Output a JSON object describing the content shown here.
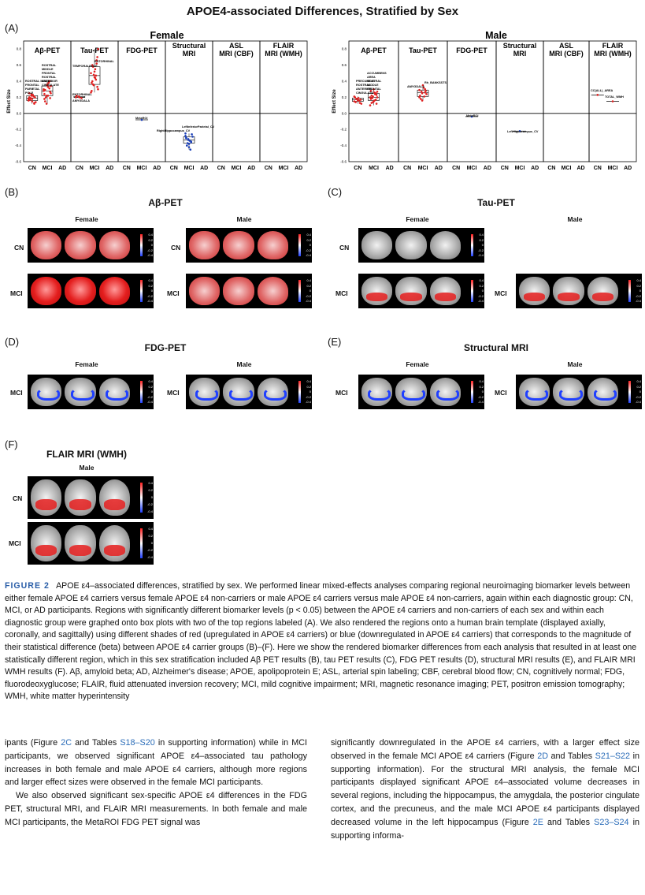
{
  "title": "APOE4-associated Differences, Stratified by Sex",
  "panelA": {
    "letter": "(A)",
    "groups": [
      {
        "sex": "Female",
        "columns": [
          "Aβ-PET",
          "Tau-PET",
          "FDG-PET",
          "Structural MRI",
          "ASL MRI (CBF)",
          "FLAIR MRI (WMH)"
        ]
      },
      {
        "sex": "Male",
        "columns": [
          "Aβ-PET",
          "Tau-PET",
          "FDG-PET",
          "Structural MRI",
          "ASL MRI (CBF)",
          "FLAIR MRI (WMH)"
        ]
      }
    ],
    "ylabel": "Effect Size",
    "yticks": [
      "0.8",
      "0.6",
      "0.4",
      "0.2",
      "0.0",
      "-0.2",
      "-0.4",
      "-0.6"
    ],
    "xticks": [
      "CN",
      "MCI",
      "AD"
    ],
    "female_labels": {
      "abeta_cn": [
        "ROSTRAL MIDDLE",
        "FRONTAL",
        "PARIETAL",
        "POLE"
      ],
      "abeta_mci": [
        "ROSTRAL",
        "MIDDLE",
        "FRONTAL",
        "ROSTRAL",
        "ANTERIOR",
        "CINGULATE"
      ],
      "tau_cn": [
        "ENTORHINAL",
        "AMYGDALA"
      ],
      "tau_mci_left": "TEMPORALPOLE",
      "tau_mci_right": "ENTORHINAL",
      "fdg": "MetaROI",
      "mri_left": "RightHippocampus_CV",
      "mri_right": "LeftInferiorParietal_CV"
    },
    "male_labels": {
      "abeta_cn": [
        "PRECUNEUS",
        "ROSTRAL",
        "ANTERIOR",
        "CINGULATE"
      ],
      "abeta_mci": [
        "ACCUMBENS",
        "AREA",
        "ROSTRAL",
        "MIDDLE",
        "FRONTAL"
      ],
      "tau": [
        "AMYGDALA",
        "Rh_BANKSSTS"
      ],
      "fdg": "MetaROI",
      "mri": "LeftHippocampus_CV",
      "flair": [
        "CC(ALL)_AREA",
        "TOTAL_WMH"
      ]
    },
    "chart_data": [
      {
        "type": "scatter",
        "title": "Female",
        "ylabel": "Effect Size",
        "ylim": [
          -0.6,
          0.9
        ],
        "categories": [
          "Aβ-PET",
          "Tau-PET",
          "FDG-PET",
          "Structural MRI",
          "ASL MRI (CBF)",
          "FLAIR MRI (WMH)"
        ],
        "series": [
          {
            "name": "Aβ-PET CN",
            "values": [
              0.18,
              0.22,
              0.12,
              0.25,
              0.15,
              0.2,
              0.17,
              0.23,
              0.14,
              0.19,
              0.21,
              0.16,
              0.24,
              0.13,
              0.2,
              0.18
            ]
          },
          {
            "name": "Aβ-PET MCI",
            "values": [
              0.3,
              0.22,
              0.4,
              0.18,
              0.35,
              0.27,
              0.15,
              0.33,
              0.25,
              0.2,
              0.38,
              0.28,
              0.12,
              0.31,
              0.24,
              0.36,
              0.19,
              0.29,
              0.22,
              0.34
            ]
          },
          {
            "name": "Tau-PET CN",
            "values": [
              0.2,
              0.21,
              0.19,
              0.22,
              0.2
            ]
          },
          {
            "name": "Tau-PET MCI",
            "values": [
              0.5,
              0.35,
              0.62,
              0.28,
              0.45,
              0.7,
              0.4,
              0.55,
              0.3,
              0.58,
              0.42,
              0.26,
              0.48,
              0.66,
              0.38,
              0.52,
              0.33,
              0.6,
              0.44,
              0.8,
              0.36,
              0.47
            ]
          },
          {
            "name": "FDG-PET MCI",
            "values": [
              -0.08
            ]
          },
          {
            "name": "Structural MRI MCI",
            "values": [
              -0.28,
              -0.32,
              -0.35,
              -0.3,
              -0.38,
              -0.26,
              -0.4,
              -0.34,
              -0.29,
              -0.37,
              -0.45,
              -0.25,
              -0.33,
              -0.36,
              -0.31,
              -0.42
            ]
          }
        ]
      },
      {
        "type": "scatter",
        "title": "Male",
        "ylabel": "Effect Size",
        "ylim": [
          -0.6,
          0.9
        ],
        "categories": [
          "Aβ-PET",
          "Tau-PET",
          "FDG-PET",
          "Structural MRI",
          "ASL MRI (CBF)",
          "FLAIR MRI (WMH)"
        ],
        "series": [
          {
            "name": "Aβ-PET CN",
            "values": [
              0.15,
              0.18,
              0.13,
              0.2,
              0.16,
              0.17,
              0.14,
              0.19,
              0.12,
              0.18,
              0.16,
              0.21
            ]
          },
          {
            "name": "Aβ-PET MCI",
            "values": [
              0.2,
              0.14,
              0.25,
              0.18,
              0.3,
              0.12,
              0.22,
              0.16,
              0.27,
              0.19,
              0.24,
              0.1,
              0.21,
              0.17,
              0.28,
              0.15,
              0.23,
              0.13,
              0.26,
              0.2
            ]
          },
          {
            "name": "Tau-PET MCI",
            "values": [
              0.2,
              0.25,
              0.3,
              0.22,
              0.35,
              0.28,
              0.18,
              0.32,
              0.24,
              0.27,
              0.21,
              0.29,
              0.16,
              0.26
            ]
          },
          {
            "name": "FDG-PET MCI",
            "values": [
              -0.04
            ]
          },
          {
            "name": "Structural MRI MCI",
            "values": [
              -0.22
            ]
          },
          {
            "name": "FLAIR MRI (WMH) CN",
            "values": [
              0.23
            ]
          },
          {
            "name": "FLAIR MRI (WMH) MCI",
            "values": [
              0.15
            ]
          }
        ]
      }
    ]
  },
  "panelB": {
    "letter": "(B)",
    "title": "Aβ-PET",
    "sexes": [
      "Female",
      "Male"
    ],
    "rows": [
      "CN",
      "MCI"
    ]
  },
  "panelC": {
    "letter": "(C)",
    "title": "Tau-PET",
    "sexes": [
      "Female",
      "Male"
    ],
    "rows": [
      "CN",
      "MCI"
    ]
  },
  "panelD": {
    "letter": "(D)",
    "title": "FDG-PET",
    "sexes": [
      "Female",
      "Male"
    ],
    "rows": [
      "MCI"
    ]
  },
  "panelE": {
    "letter": "(E)",
    "title": "Structural MRI",
    "sexes": [
      "Female",
      "Male"
    ],
    "rows": [
      "MCI"
    ]
  },
  "panelF": {
    "letter": "(F)",
    "title": "FLAIR MRI (WMH)",
    "sexes": [
      "Male"
    ],
    "rows": [
      "CN",
      "MCI"
    ]
  },
  "colorbar_ticks": [
    "0.4",
    "0.2",
    "0",
    "-0.2",
    "-0.4"
  ],
  "caption": {
    "fig": "FIGURE 2",
    "text": "APOE ε4–associated differences, stratified by sex. We performed linear mixed-effects analyses comparing regional neuroimaging biomarker levels between either female APOE ε4 carriers versus female APOE ε4 non-carriers or male APOE ε4 carriers versus male APOE ε4 non-carriers, again within each diagnostic group: CN, MCI, or AD participants. Regions with significantly different biomarker levels (p < 0.05) between the APOE ε4 carriers and non-carriers of each sex and within each diagnostic group were graphed onto box plots with two of the top regions labeled (A). We also rendered the regions onto a human brain template (displayed axially, coronally, and sagittally) using different shades of red (upregulated in APOE ε4 carriers) or blue (downregulated in APOE ε4 carriers) that corresponds to the magnitude of their statistical difference (beta) between APOE ε4 carrier groups (B)–(F). Here we show the rendered biomarker differences from each analysis that resulted in at least one statistically different region, which in this sex stratification included Aβ PET results (B), tau PET results (C), FDG PET results (D), structural MRI results (E), and FLAIR MRI WMH results (F). Aβ, amyloid beta; AD, Alzheimer's disease; APOE, apolipoprotein E; ASL, arterial spin labeling; CBF, cerebral blood flow; CN, cognitively normal; FDG, fluorodeoxyglucose; FLAIR, fluid attenuated inversion recovery; MCI, mild cognitive impairment; MRI, magnetic resonance imaging; PET, positron emission tomography; WMH, white matter hyperintensity"
  },
  "body": {
    "left_p1_a": "ipants (Figure ",
    "left_p1_link1": "2C",
    "left_p1_b": " and Tables ",
    "left_p1_link2": "S18–S20",
    "left_p1_c": " in supporting information) while in MCI participants, we observed significant APOE ε4–associated tau pathology increases in both female and male APOE ε4 carriers, although more regions and larger effect sizes were observed in the female MCI participants.",
    "left_p2": "We also observed significant sex-specific APOE ε4 differences in the FDG PET, structural MRI, and FLAIR MRI measurements. In both female and male MCI participants, the MetaROI FDG PET signal was",
    "right_a": "significantly downregulated in the APOE ε4 carriers, with a larger effect size observed in the female MCI APOE ε4 carriers (Figure ",
    "right_link1": "2D",
    "right_b": " and Tables ",
    "right_link2": "S21–S22",
    "right_c": " in supporting information). For the structural MRI analysis, the female MCI participants displayed significant APOE ε4–associated volume decreases in several regions, including the hippocampus, the amygdala, the posterior cingulate cortex, and the precuneus, and the male MCI APOE ε4 participants displayed decreased volume in the left hippocampus (Figure ",
    "right_link3": "2E",
    "right_d": " and Tables ",
    "right_link4": "S23–S24",
    "right_e": " in supporting informa-"
  }
}
